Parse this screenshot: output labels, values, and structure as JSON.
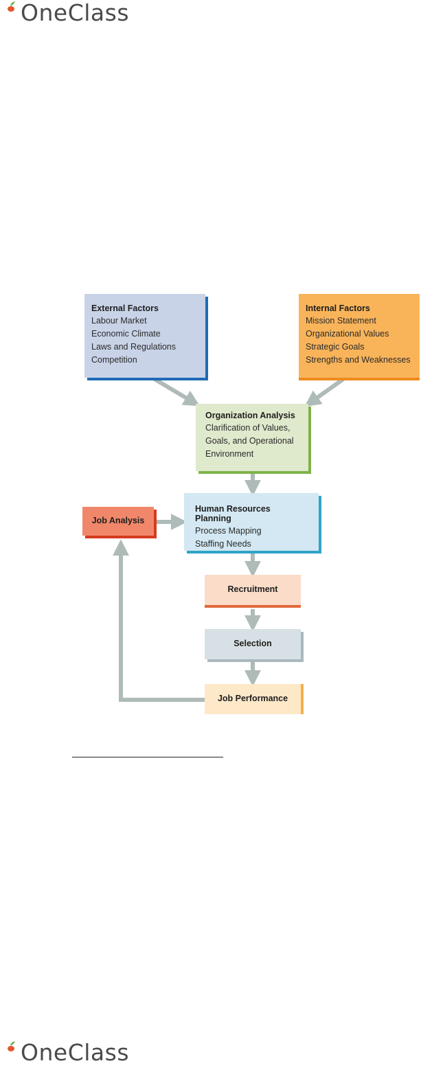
{
  "brand": {
    "name": "OneClass",
    "accent": "#6ab04c",
    "apple": "#e4572e"
  },
  "diagram": {
    "external": {
      "title": "External Factors",
      "items": [
        "Labour Market",
        "Economic Climate",
        "Laws and Regulations",
        "Competition"
      ],
      "color": "#c9d3e8",
      "shadow": "#1f6bb5"
    },
    "internal": {
      "title": "Internal Factors",
      "items": [
        "Mission Statement",
        "Organizational Values",
        "Strategic Goals",
        "Strengths and Weaknesses"
      ],
      "color": "#f9b45a",
      "shadow": "#ef8a1e"
    },
    "organization": {
      "title": "Organization Analysis",
      "items": [
        "Clarification of Values,",
        "Goals, and Operational",
        "Environment"
      ],
      "color": "#dfe9cc",
      "shadow": "#7fb24a"
    },
    "hrp": {
      "title": "Human Resources Planning",
      "items": [
        "Process Mapping",
        "Staffing Needs"
      ],
      "color": "#d3e8f2",
      "shadow": "#2fa4c8"
    },
    "job_analysis": {
      "title": "Job Analysis",
      "color": "#f1876a",
      "shadow": "#d63a1e"
    },
    "recruitment": {
      "title": "Recruitment",
      "color": "#fbdcc9",
      "shadow": "#e0693c"
    },
    "selection": {
      "title": "Selection",
      "color": "#d7e0e4",
      "shadow": "#a9b8bf"
    },
    "job_performance": {
      "title": "Job Performance",
      "color": "#fde8c8",
      "shadow": "#f4b04a"
    },
    "arrow_color": "#aebbb8"
  }
}
